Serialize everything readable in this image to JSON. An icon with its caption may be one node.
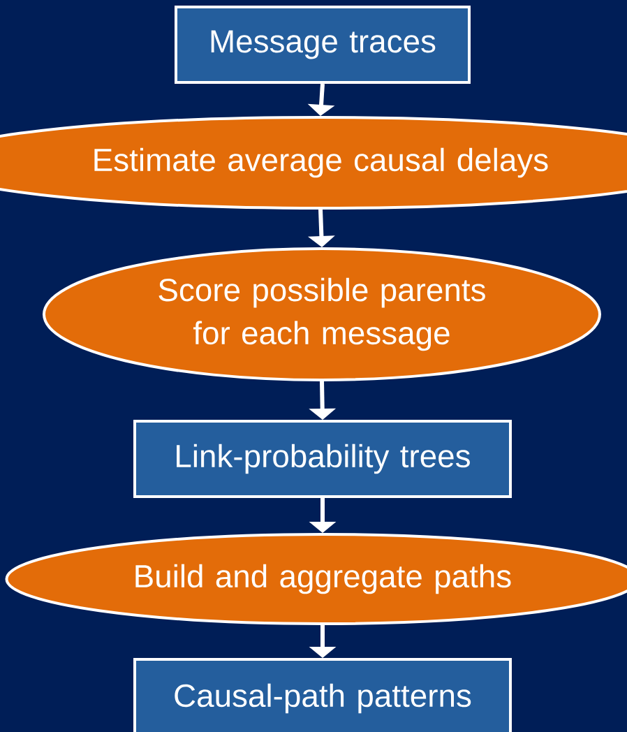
{
  "diagram": {
    "nodes": [
      {
        "text": [
          "Message traces"
        ]
      },
      {
        "text": [
          "Estimate average causal delays"
        ]
      },
      {
        "text": [
          "Score possible parents for each message"
        ]
      },
      {
        "text": [
          "Link-probability trees"
        ]
      },
      {
        "text": [
          "Build and aggregate paths"
        ]
      },
      {
        "text": [
          "Causal-path patterns"
        ]
      }
    ],
    "edges": [
      {
        "from": 0,
        "to": 1,
        "arrow": "to"
      },
      {
        "from": 1,
        "to": 2,
        "arrow": "to"
      },
      {
        "from": 2,
        "to": 3,
        "arrow": "to"
      },
      {
        "from": 3,
        "to": 4,
        "arrow": "to"
      },
      {
        "from": 4,
        "to": 5,
        "arrow": "to"
      }
    ]
  }
}
